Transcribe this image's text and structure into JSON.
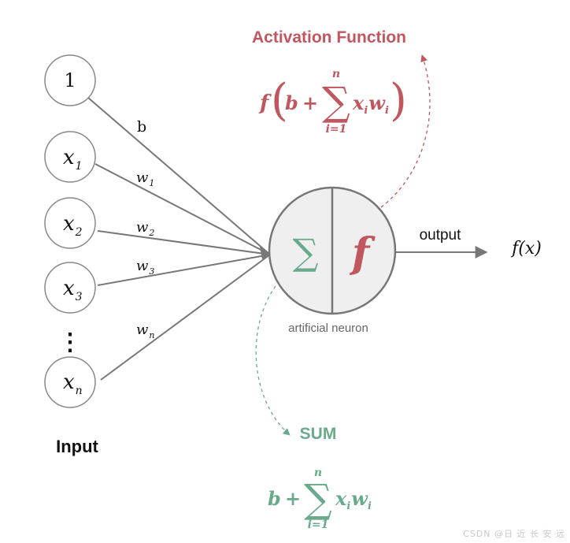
{
  "colors": {
    "red": "#c0575f",
    "green": "#6aaa8c",
    "gray_line": "#777777",
    "neuron_fill": "#efefef",
    "text": "#111111",
    "muted": "#666666"
  },
  "inputs": {
    "bias_node": "1",
    "x1_base": "x",
    "x1_sub": "1",
    "x2_base": "x",
    "x2_sub": "2",
    "x3_base": "x",
    "x3_sub": "3",
    "xn_base": "x",
    "xn_sub": "n",
    "ellipsis": "⋮",
    "section_label": "Input"
  },
  "weights": {
    "b": "b",
    "w1_base": "w",
    "w1_sub": "1",
    "w2_base": "w",
    "w2_sub": "2",
    "w3_base": "w",
    "w3_sub": "3",
    "wn_base": "w",
    "wn_sub": "n"
  },
  "neuron": {
    "sum_symbol": "∑",
    "f_symbol": "f",
    "label": "artificial neuron"
  },
  "output": {
    "label": "output",
    "value": "f(x)"
  },
  "activation": {
    "title": "Activation Function",
    "formula": {
      "f": "f",
      "open_paren": "(",
      "close_paren": ")",
      "b": "b",
      "plus": "+",
      "sigma": "∑",
      "upper": "n",
      "lower": "i=1",
      "x": "x",
      "x_sub": "i",
      "w": "w",
      "w_sub": "i"
    }
  },
  "sum": {
    "title": "SUM",
    "formula": {
      "b": "b",
      "plus": "+",
      "sigma": "∑",
      "upper": "n",
      "lower": "i=1",
      "x": "x",
      "x_sub": "i",
      "w": "w",
      "w_sub": "i"
    }
  },
  "watermark": "CSDN @日 近 长 安 远"
}
